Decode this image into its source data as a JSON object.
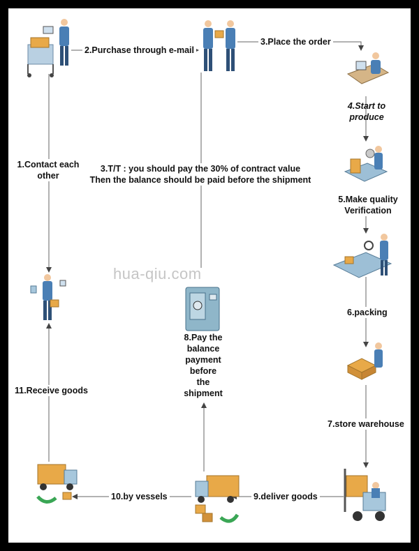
{
  "steps": {
    "s1": "1.Contact each",
    "s1b": "other",
    "s2": "2.Purchase through e-mail",
    "s3": "3.Place the order",
    "s4a": "4.Start to",
    "s4b": "produce",
    "s5a": "5.Make quality",
    "s5b": "Verification",
    "s6": "6.packing",
    "s7": "7.store warehouse",
    "s8": [
      "8.Pay the",
      "balance",
      "payment",
      "before",
      "the",
      "shipment"
    ],
    "s9": "9.deliver goods",
    "s10": "10.by  vessels",
    "s11": "11.Receive goods"
  },
  "tt_note": {
    "line1": "3.T/T : you should pay the 30% of contract value",
    "line2": "Then the balance should be paid before the shipment"
  },
  "watermark": "hua-qiu.com",
  "colors": {
    "person_shirt": "#4a7fb5",
    "box": "#e8a948",
    "machine": "#9dbfd6",
    "safe": "#8fb6c9",
    "truck_cab": "#a7c7dc",
    "green_arrow": "#3aa655",
    "line": "#555555"
  }
}
